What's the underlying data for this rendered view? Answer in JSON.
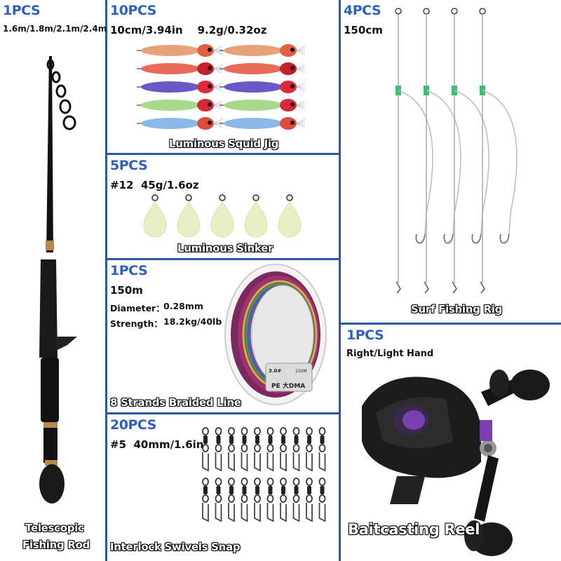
{
  "rod": {
    "qty": "1PCS",
    "lengths": "1.6m/1.8m/2.1m/2.4m",
    "caption_line1": "Telescopic",
    "caption_line2": "Fishing Rod"
  },
  "squid_jig": {
    "qty": "10PCS",
    "spec": "10cm/3.94in    9.2g/0.32oz",
    "caption": "Luminous Squid Jig"
  },
  "sinker": {
    "qty": "5PCS",
    "spec": "#12  45g/1.6oz",
    "caption": "Luminous Sinker"
  },
  "braided_line": {
    "qty": "1PCS",
    "length": "150m",
    "diameter_label": "Diameter：",
    "diameter_value": "0.28mm",
    "strength_label": "Strength：",
    "strength_value": "18.2kg/40lb",
    "caption": "8 Strands Braided Line",
    "spool_label": "PE 大DMA",
    "spool_size": "3.0#",
    "spool_len": "150M"
  },
  "swivels": {
    "qty": "20PCS",
    "spec": "#5  40mm/1.6in",
    "caption": "Interlock Swivels Snap"
  },
  "surf_rig": {
    "qty": "4PCS",
    "length": "150cm",
    "caption": "Surf Fishing Rig"
  },
  "reel": {
    "qty": "1PCS",
    "hand": "Right/Light Hand",
    "caption": "Baitcasting Reel"
  },
  "colors": {
    "border": "#2c56a8",
    "badge": "#2f5fc0",
    "glow": "#e6f0c4"
  }
}
